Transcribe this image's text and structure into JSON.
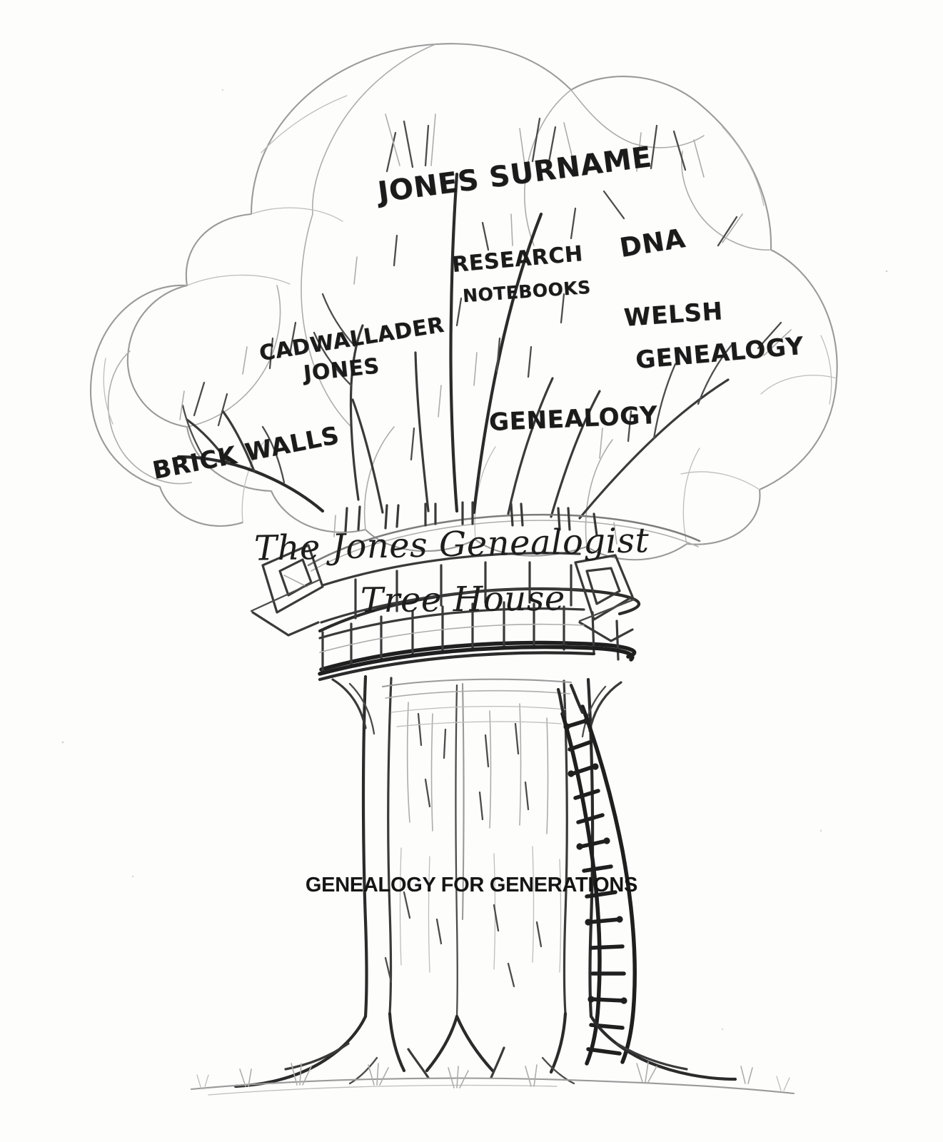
{
  "artwork": {
    "title": "The Jones Genealogist Tree House",
    "subject": "hand-drawn pencil sketch of a tree with a tree house",
    "medium": "pencil sketch on white paper",
    "background_color": "#fdfdfc",
    "ink_color": "#1b1b1b",
    "pencil_color": "#8f8f8f"
  },
  "sign": {
    "line1": "The Jones Genealogist",
    "line2": "Tree House"
  },
  "tagline": "GENEALOGY FOR GENERATIONS",
  "branch_labels": [
    {
      "id": "jones-surname",
      "text": "JONES SURNAME"
    },
    {
      "id": "research",
      "text": "RESEARCH"
    },
    {
      "id": "notebooks",
      "text": "NOTEBOOKS"
    },
    {
      "id": "dna",
      "text": "DNA"
    },
    {
      "id": "welsh",
      "text": "WELSH"
    },
    {
      "id": "welsh-genealogy",
      "text": "GENEALOGY"
    },
    {
      "id": "cadwallader",
      "text": "CADWALLADER"
    },
    {
      "id": "cadwallader-2",
      "text": "JONES"
    },
    {
      "id": "genealogy",
      "text": "GENEALOGY"
    },
    {
      "id": "brick-walls",
      "text": "BRICK WALLS"
    }
  ],
  "scene_elements": [
    "tree-canopy",
    "tree-trunk",
    "tree-roots",
    "tree-house-deck",
    "tree-house-railing",
    "tree-house-window-left",
    "tree-house-window-right",
    "rope-ladder",
    "ground-line",
    "grass-tufts"
  ]
}
